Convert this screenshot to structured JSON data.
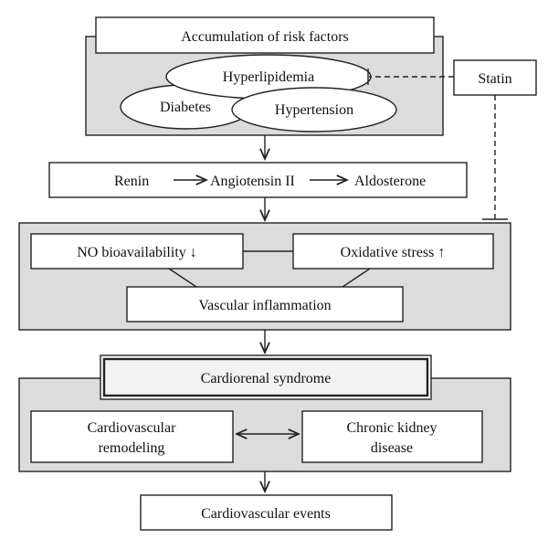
{
  "risk_factors": {
    "title": "Accumulation of risk factors",
    "hyperlipidemia": "Hyperlipidemia",
    "diabetes": "Diabetes",
    "hypertension": "Hypertension"
  },
  "statin": "Statin",
  "raas": {
    "renin": "Renin",
    "angiotensin": "Angiotensin II",
    "aldosterone": "Aldosterone"
  },
  "vascular": {
    "no_bioavailability": "NO bioavailability ↓",
    "oxidative_stress": "Oxidative stress ↑",
    "inflammation": "Vascular inflammation"
  },
  "cardiorenal": {
    "title": "Cardiorenal syndrome",
    "remodeling": [
      "Cardiovascular",
      "remodeling"
    ],
    "ckd": [
      "Chronic kidney",
      "disease"
    ]
  },
  "events": "Cardiovascular events"
}
